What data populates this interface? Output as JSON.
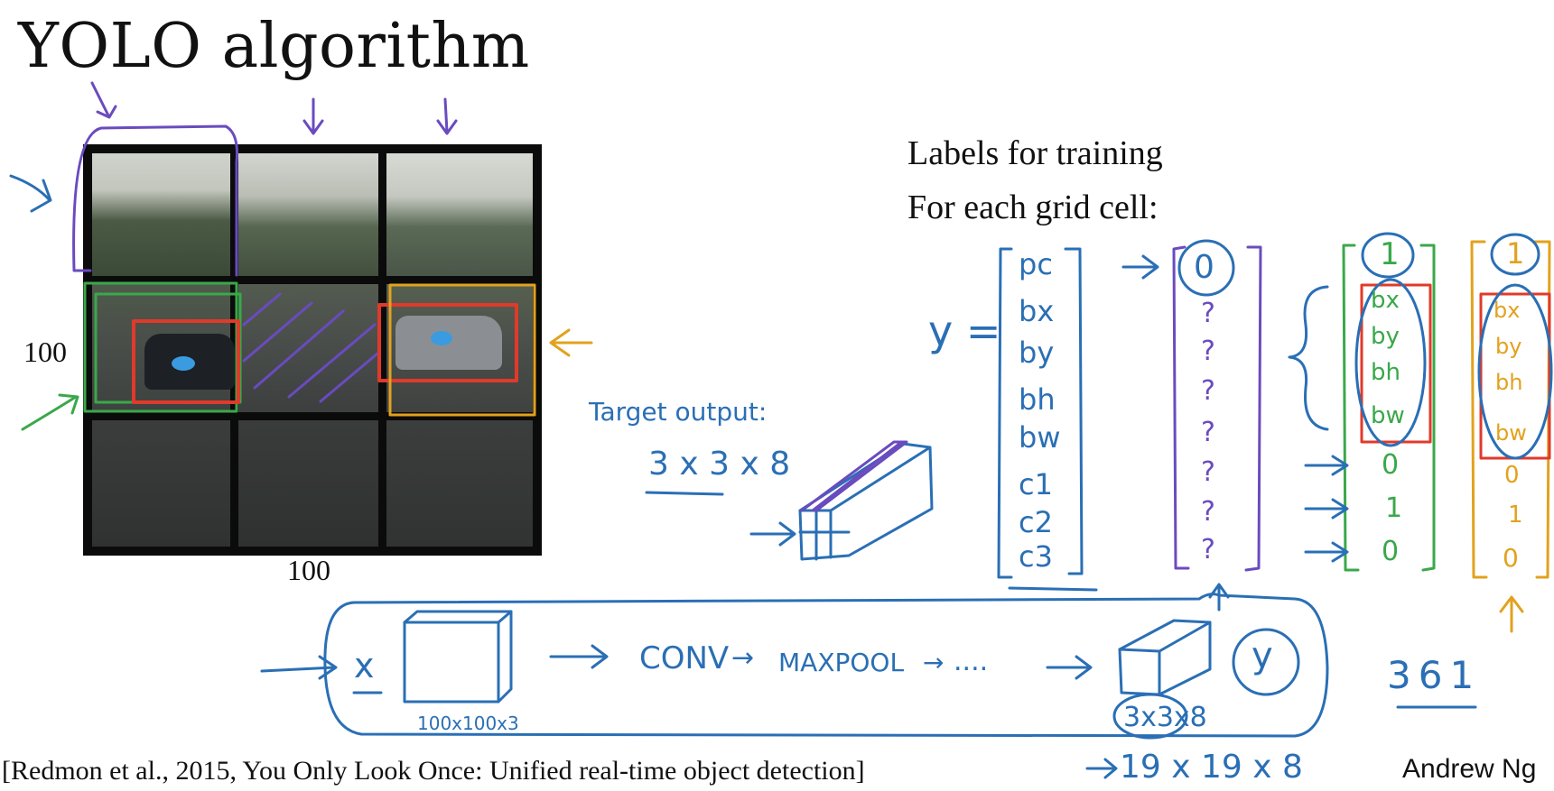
{
  "title": "YOLO algorithm",
  "image_dims": {
    "width_label": "100",
    "height_label": "100"
  },
  "labels_heading": {
    "line1": "Labels for training",
    "line2": "For each grid cell:"
  },
  "y_label": "y =",
  "y_vector": [
    "pc",
    "bx",
    "by",
    "bh",
    "bw",
    "c1",
    "c2",
    "c3"
  ],
  "vector_empty": [
    "0",
    "?",
    "?",
    "?",
    "?",
    "?",
    "?",
    "?"
  ],
  "vector_green": [
    "1",
    "bx",
    "by",
    "bh",
    "bw",
    "0",
    "1",
    "0"
  ],
  "vector_yellow": [
    "1",
    "bx",
    "by",
    "bh",
    "bw",
    "0",
    "1",
    "0"
  ],
  "target_output": {
    "label": "Target output:",
    "shape": "3 x 3 x 8"
  },
  "pipeline": {
    "x": "x",
    "input_shape": "100x100x3",
    "conv": "CONV",
    "maxpool": "MAXPOOL",
    "dots": "....",
    "y": "y",
    "output_shape": "3x3x8",
    "alt_shape": "19 x 19 x 8"
  },
  "grid_count": "361",
  "citation": "[Redmon et al., 2015, You Only Look Once: Unified real-time object detection]",
  "author": "Andrew Ng",
  "colors": {
    "blue": "#2a6fb5",
    "purple": "#6a4bbf",
    "green": "#3aa84a",
    "yellow": "#e2a21e",
    "red": "#e03a2a"
  }
}
